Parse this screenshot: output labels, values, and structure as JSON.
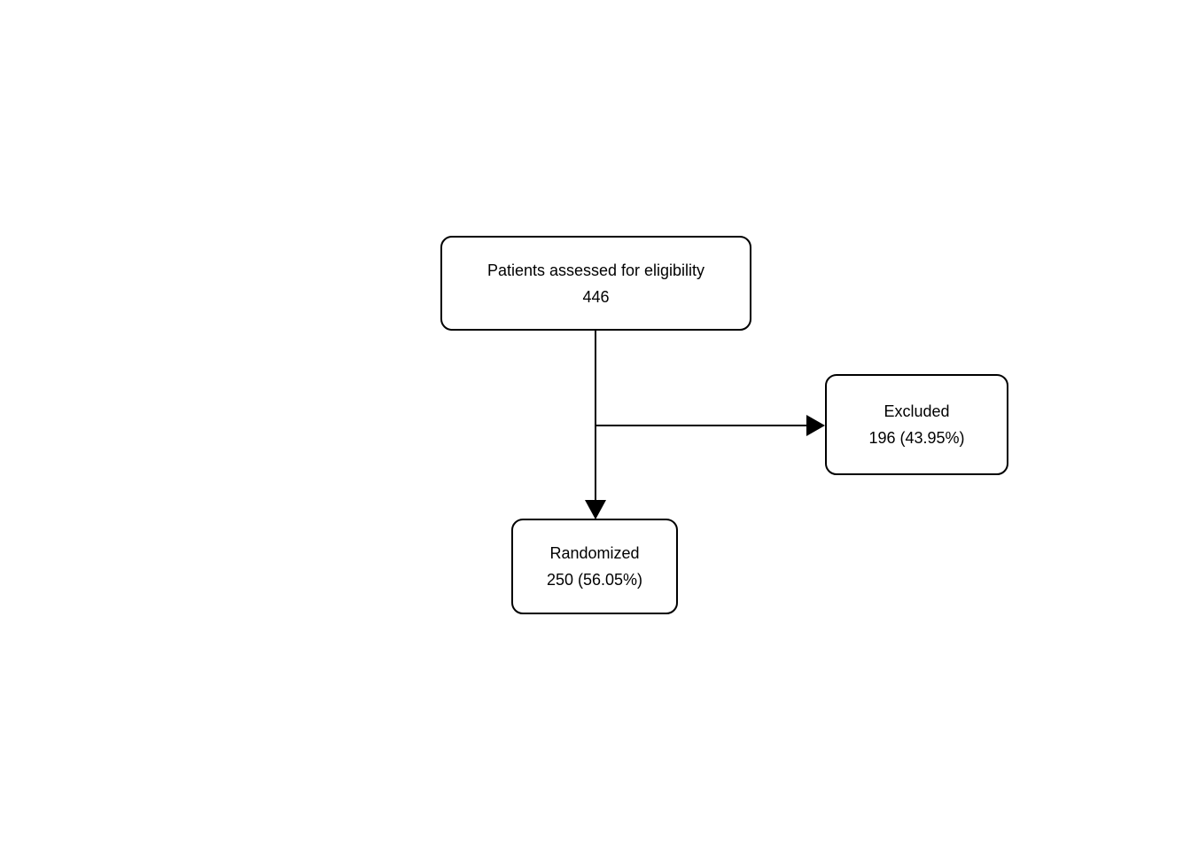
{
  "diagram": {
    "type": "flowchart",
    "boxes": {
      "eligibility": {
        "label": "Patients assessed for eligibility",
        "value": "446"
      },
      "excluded": {
        "label": "Excluded",
        "value": "196 (43.95%)"
      },
      "randomized": {
        "label": "Randomized",
        "value": "250 (56.05%)"
      }
    },
    "edges": [
      {
        "from": "eligibility",
        "to": "randomized",
        "direction": "down"
      },
      {
        "from": "eligibility",
        "to": "excluded",
        "direction": "right"
      }
    ],
    "colors": {
      "border": "#000000",
      "text": "#000000",
      "background": "#ffffff",
      "connector": "#000000"
    }
  }
}
